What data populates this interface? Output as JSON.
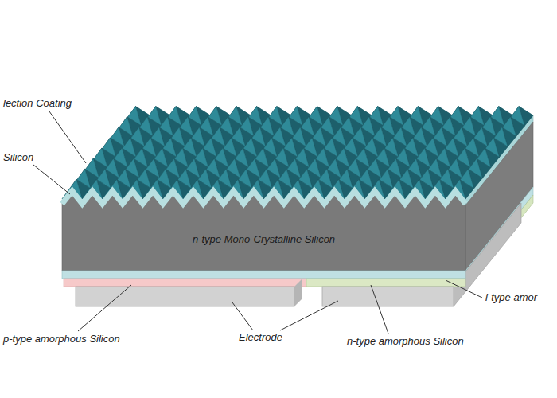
{
  "diagram": {
    "nodes": [
      {
        "text": [
          "n-type Mono-Crystalline Silicon"
        ]
      }
    ],
    "labels": [
      "lection Coating",
      "Silicon",
      "i-type amor",
      "p-type amorphous Silicon",
      "Electrode",
      "n-type amorphous Silicon"
    ]
  }
}
